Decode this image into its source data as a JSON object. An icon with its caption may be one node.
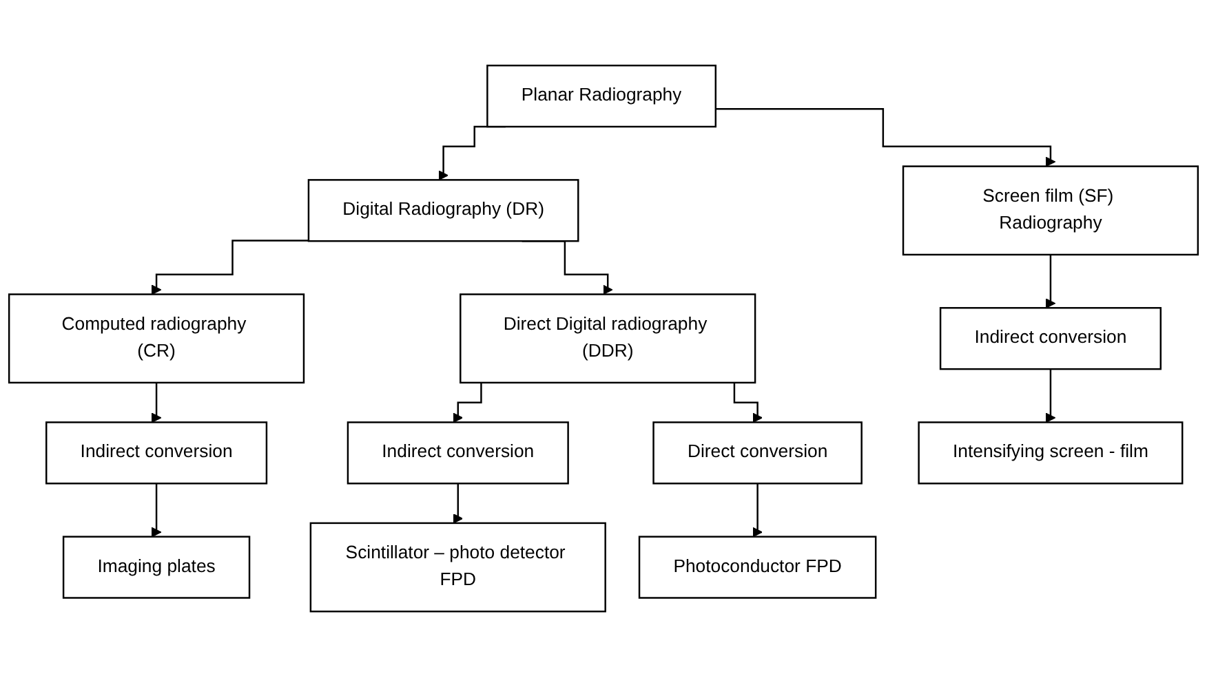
{
  "diagram": {
    "nodes": [
      {
        "text": [
          "Planar Radiography"
        ]
      },
      {
        "text": [
          "Screen film (SF) Radiography"
        ]
      },
      {
        "text": [
          "Digital Radiography (DR)"
        ]
      },
      {
        "text": [
          "Computed radiography (CR)"
        ]
      },
      {
        "text": [
          "Direct Digital radiography (DDR)"
        ]
      },
      {
        "text": [
          "Indirect conversion"
        ]
      },
      {
        "text": [
          "Indirect conversion"
        ]
      },
      {
        "text": [
          "Indirect conversion"
        ]
      },
      {
        "text": [
          "Direct conversion"
        ]
      },
      {
        "text": [
          "Intensifying screen - film"
        ]
      },
      {
        "text": [
          "Imaging plates"
        ]
      },
      {
        "text": [
          "Scintillator – photo detector FPD"
        ]
      },
      {
        "text": [
          "Photoconductor FPD"
        ]
      }
    ],
    "edges": [
      {
        "from": 0,
        "to": 1,
        "arrow": "to"
      },
      {
        "from": 0,
        "to": 2,
        "arrow": "to"
      },
      {
        "from": 1,
        "to": 5,
        "arrow": "to"
      },
      {
        "from": 5,
        "to": 9,
        "arrow": "to"
      },
      {
        "from": 2,
        "to": 3,
        "arrow": "to"
      },
      {
        "from": 2,
        "to": 4,
        "arrow": "to"
      },
      {
        "from": 3,
        "to": 6,
        "arrow": "to"
      },
      {
        "from": 6,
        "to": 10,
        "arrow": "to"
      },
      {
        "from": 4,
        "to": 7,
        "arrow": "to"
      },
      {
        "from": 4,
        "to": 8,
        "arrow": "to"
      },
      {
        "from": 7,
        "to": 11,
        "arrow": "to"
      },
      {
        "from": 8,
        "to": 12,
        "arrow": "to"
      }
    ]
  }
}
